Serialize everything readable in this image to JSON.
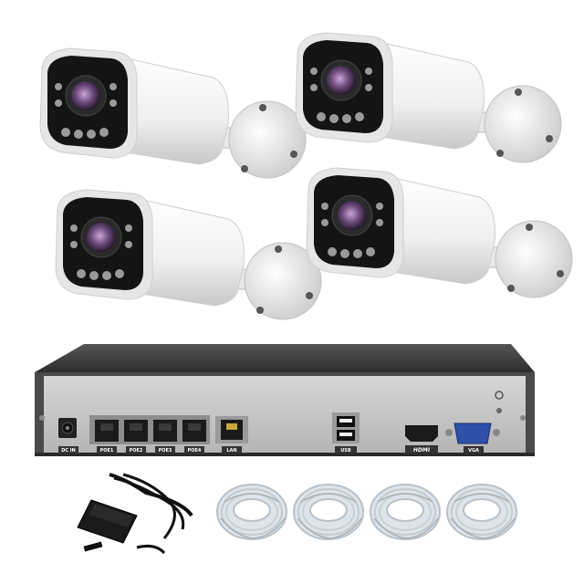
{
  "nvr": {
    "ports": {
      "dc_in": "DC IN",
      "poe": [
        "POE1",
        "POE2",
        "POE3",
        "POE4"
      ],
      "lan": "LAN",
      "usb": "USB",
      "hdmi": "HDMI",
      "vga": "VGA"
    }
  },
  "colors": {
    "camera_body": "#f4f4f4",
    "camera_face": "#1a1a1a",
    "nvr_top": "#3a3a3a",
    "nvr_panel": "#c9c9c9",
    "cable": "#d8dde3"
  },
  "icons": [
    "camera",
    "nvr",
    "power-adapter",
    "cable-coil"
  ]
}
